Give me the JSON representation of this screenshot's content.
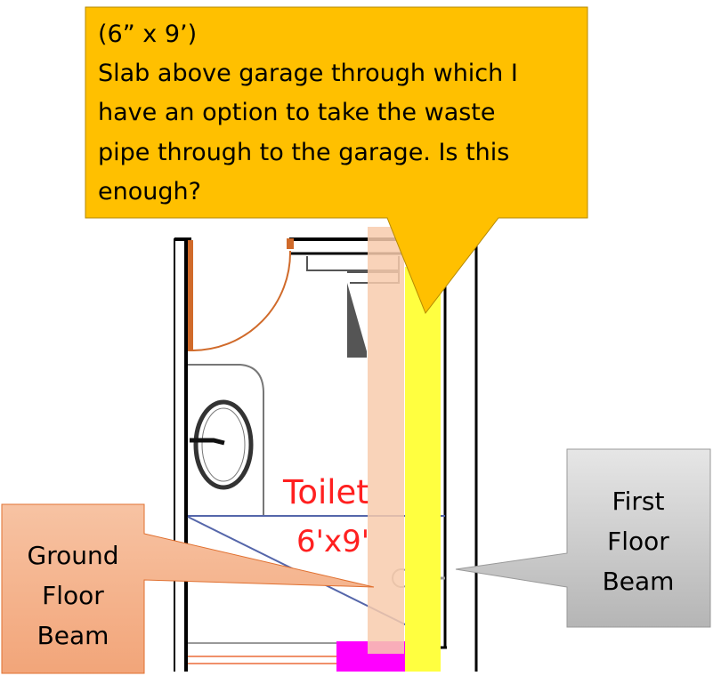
{
  "plan": {
    "room_name": "Toilet",
    "room_size": "6'x9'"
  },
  "callouts": {
    "slab": {
      "lines": [
        "(6” x 9’)",
        "Slab above garage through which I",
        "have an option to take the waste",
        "pipe through to the garage. Is this",
        "enough?"
      ],
      "color": "#FFC000"
    },
    "ground_floor_beam": {
      "lines": [
        "Ground",
        "Floor",
        "Beam"
      ],
      "color": "#F4B183"
    },
    "first_floor_beam": {
      "lines": [
        "First",
        "Floor",
        "Beam"
      ],
      "color": "#C9C9C9"
    }
  },
  "colors": {
    "ground_beam_band": "#F8CBAD",
    "first_beam_band": "#FFFF40",
    "door": "#D06A2A",
    "label": "#FF2020",
    "shaft": "#FF00FF"
  }
}
